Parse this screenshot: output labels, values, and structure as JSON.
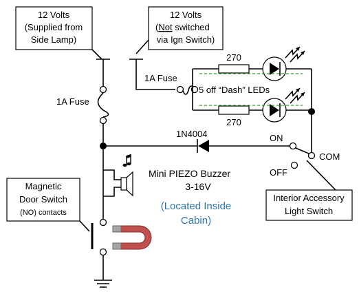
{
  "colors": {
    "note_blue": "#2e75b6",
    "dash_green": "#2aa02a",
    "magnet_red": "#c0504d",
    "magnet_grey": "#a6a6a6"
  },
  "supply_left": {
    "line1": "12 Volts",
    "line2": "(Supplied from",
    "line3": "Side Lamp)"
  },
  "supply_right": {
    "line1": "12 Volts",
    "line2_not": "Not",
    "line2_rest": " switched",
    "line3": "via Ign Switch)"
  },
  "fuse_left": "1A Fuse",
  "fuse_right": "1A Fuse",
  "resistor_top": "270",
  "resistor_bottom": "270",
  "leds_label": "5 off “Dash” LEDs",
  "diode_label": "1N4004",
  "switch": {
    "on": "ON",
    "off": "OFF",
    "com": "COM"
  },
  "buzzer": {
    "line1": "Mini PIEZO Buzzer",
    "line2": "3-16V",
    "line3": "(Located Inside",
    "line4": "Cabin)",
    "note_icon": "music-note-icon"
  },
  "door_switch": {
    "line1": "Magnetic",
    "line2": "Door Switch",
    "line3": "(NO) contacts"
  },
  "accessory_switch": {
    "line1": "Interior Accessory",
    "line2": "Light Switch"
  }
}
